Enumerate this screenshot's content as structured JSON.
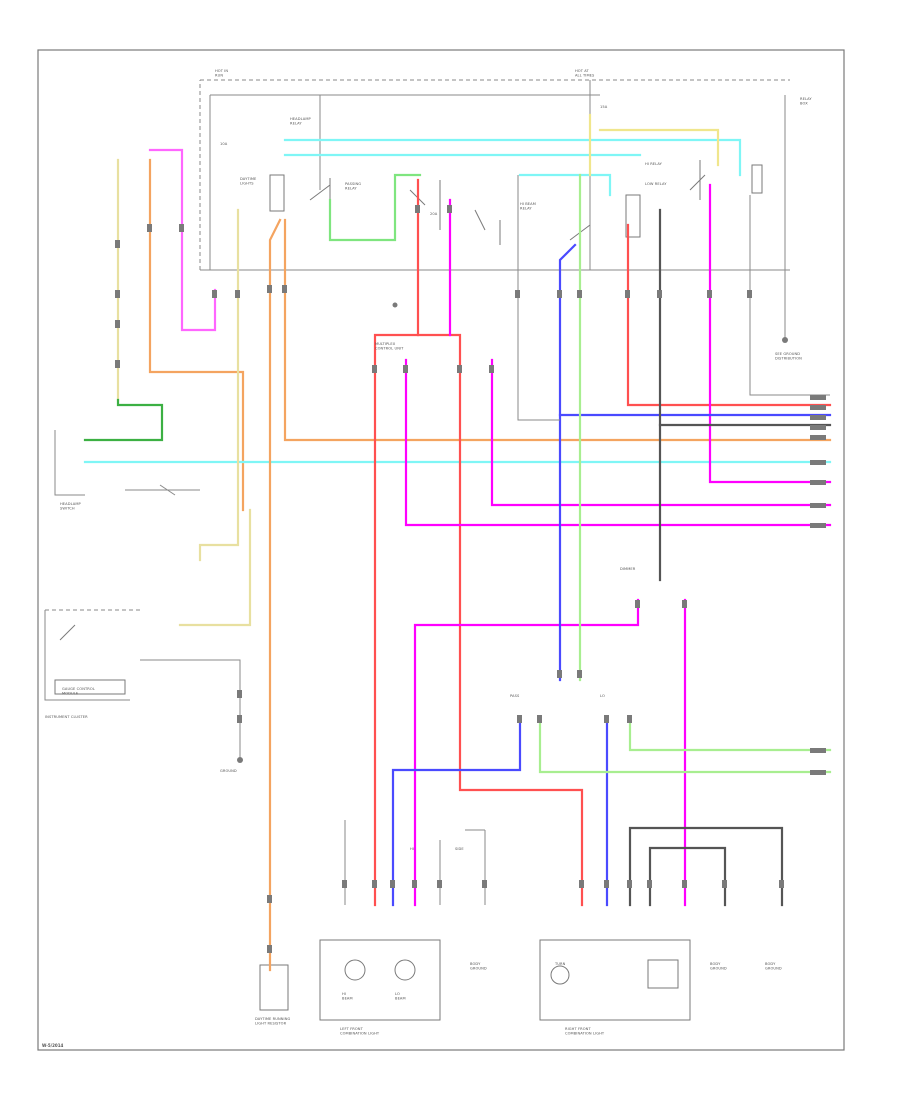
{
  "diagram": {
    "code": "W-5/2014",
    "wire_colors": {
      "orange": "#f4a460",
      "pink": "#ff66ff",
      "magenta": "#ff00ff",
      "cyan": "#7ff6f6",
      "yellow": "#f0e68c",
      "green": "#7fe57f",
      "red": "#ff5050",
      "blue": "#4a4aff",
      "darkgreen": "#3cb043",
      "black": "#555555",
      "gray": "#8a8a8a",
      "lightgreen": "#a8ee90"
    },
    "labels": {
      "hot_run": "HOT IN\nRUN",
      "hot_at_all_times": "HOT AT\nALL TIMES",
      "relay_box": "RELAY\nBOX",
      "headlamp_relay": "HEADLAMP\nRELAY",
      "passing_relay": "PASSING\nRELAY",
      "hi_beam_relay": "HI BEAM\nRELAY",
      "hi_relay": "HI RELAY",
      "low_relay": "LOW RELAY",
      "daytime_lights": "DAYTIME\nLIGHTS",
      "fuse_10a": "10A",
      "fuse_15a": "15A",
      "fuse_20a": "20A",
      "headlamp_switch": "HEADLAMP\nSWITCH",
      "instrument_cluster": "INSTRUMENT CLUSTER",
      "gauge_control": "GAUGE CONTROL\nMODULE",
      "hi_beam": "HI\nBEAM",
      "lo_beam": "LO\nBEAM",
      "left_front_combo": "LEFT FRONT\nCOMBINATION LIGHT",
      "right_front_combo": "RIGHT FRONT\nCOMBINATION LIGHT",
      "ground": "GROUND",
      "body_ground": "BODY\nGROUND",
      "see_ground": "SEE GROUND\nDISTRIBUTION",
      "daytime_unit": "DAYTIME RUNNING\nLIGHT RESISTOR",
      "multiplex_unit": "MULTIPLEX\nCONTROL UNIT",
      "dimmer": "DIMMER",
      "pass": "PASS",
      "lo": "LO",
      "hi": "HI",
      "side": "SIDE",
      "turn": "TURN"
    }
  }
}
